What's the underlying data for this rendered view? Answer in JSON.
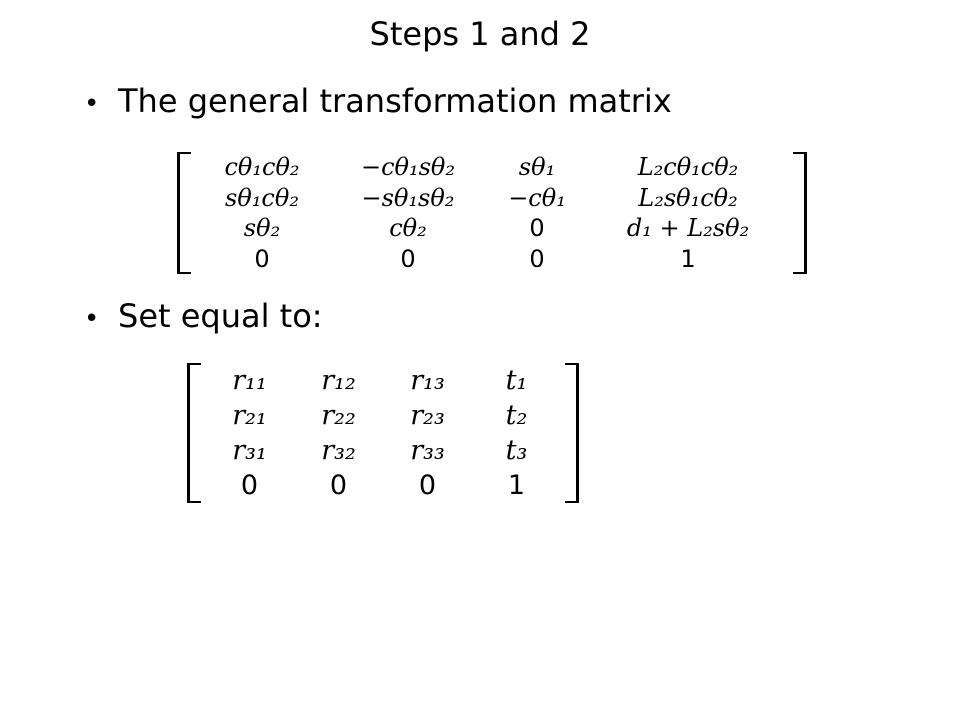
{
  "slide": {
    "title": "Steps 1 and 2",
    "bullet_symbol": "•",
    "bullets": [
      "The general transformation matrix",
      "Set equal to:"
    ]
  },
  "matrix_general": {
    "rows": [
      [
        "cθ₁cθ₂",
        "−cθ₁sθ₂",
        "sθ₁",
        "L₂cθ₁cθ₂"
      ],
      [
        "sθ₁cθ₂",
        "−sθ₁sθ₂",
        "−cθ₁",
        "L₂sθ₁cθ₂"
      ],
      [
        "sθ₂",
        "cθ₂",
        "0",
        "d₁ + L₂sθ₂"
      ],
      [
        "0",
        "0",
        "0",
        "1"
      ]
    ]
  },
  "matrix_target": {
    "rows": [
      [
        "r₁₁",
        "r₁₂",
        "r₁₃",
        "t₁"
      ],
      [
        "r₂₁",
        "r₂₂",
        "r₂₃",
        "t₂"
      ],
      [
        "r₃₁",
        "r₃₂",
        "r₃₃",
        "t₃"
      ],
      [
        "0",
        "0",
        "0",
        "1"
      ]
    ]
  }
}
